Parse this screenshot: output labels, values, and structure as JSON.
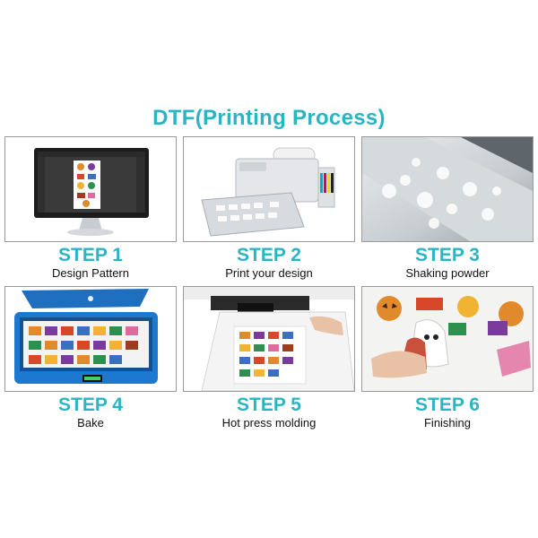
{
  "title": "DTF(Printing Process)",
  "colors": {
    "accent": "#2ab5c4"
  },
  "steps": [
    {
      "label": "STEP 1",
      "caption": "Design Pattern",
      "image": "computer-monitor-design"
    },
    {
      "label": "STEP 2",
      "caption": "Print your design",
      "image": "dtf-printer"
    },
    {
      "label": "STEP 3",
      "caption": "Shaking powder",
      "image": "powder-shaker"
    },
    {
      "label": "STEP 4",
      "caption": "Bake",
      "image": "curing-oven"
    },
    {
      "label": "STEP 5",
      "caption": "Hot press molding",
      "image": "heat-press"
    },
    {
      "label": "STEP 6",
      "caption": "Finishing",
      "image": "peeled-transfer"
    }
  ]
}
